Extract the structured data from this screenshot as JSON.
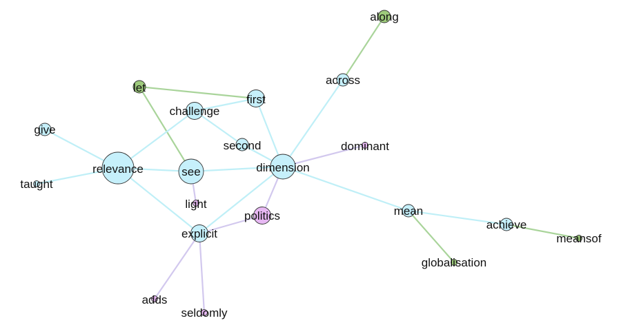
{
  "colors": {
    "cyan_node": "#c6f0fb",
    "green_node": "#9ecb7c",
    "pink_node": "#e7b8f3",
    "cyan_edge": "#bfeff7",
    "green_edge": "#a9d49a",
    "purple_edge": "#d2c8ee",
    "node_stroke": "#333333",
    "text": "#111111"
  },
  "nodes": [
    {
      "id": "along",
      "label": "along",
      "group": "green",
      "size": "small"
    },
    {
      "id": "across",
      "label": "across",
      "group": "cyan",
      "size": "small"
    },
    {
      "id": "let",
      "label": "let",
      "group": "green",
      "size": "small"
    },
    {
      "id": "first",
      "label": "first",
      "group": "cyan",
      "size": "medium"
    },
    {
      "id": "challenge",
      "label": "challenge",
      "group": "cyan",
      "size": "medium"
    },
    {
      "id": "give",
      "label": "give",
      "group": "cyan",
      "size": "small"
    },
    {
      "id": "second",
      "label": "second",
      "group": "cyan",
      "size": "small"
    },
    {
      "id": "dominant",
      "label": "dominant",
      "group": "pink",
      "size": "tiny"
    },
    {
      "id": "relevance",
      "label": "relevance",
      "group": "cyan",
      "size": "large"
    },
    {
      "id": "see",
      "label": "see",
      "group": "cyan",
      "size": "medium-large"
    },
    {
      "id": "dimension",
      "label": "dimension",
      "group": "cyan",
      "size": "medium-large"
    },
    {
      "id": "taught",
      "label": "taught",
      "group": "cyan",
      "size": "tiny"
    },
    {
      "id": "light",
      "label": "light",
      "group": "pink",
      "size": "tiny"
    },
    {
      "id": "politics",
      "label": "politics",
      "group": "pink",
      "size": "medium"
    },
    {
      "id": "mean",
      "label": "mean",
      "group": "cyan",
      "size": "small"
    },
    {
      "id": "achieve",
      "label": "achieve",
      "group": "cyan",
      "size": "small"
    },
    {
      "id": "meansof",
      "label": "meansof",
      "group": "green",
      "size": "tiny"
    },
    {
      "id": "explicit",
      "label": "explicit",
      "group": "cyan",
      "size": "medium"
    },
    {
      "id": "globalisation",
      "label": "globalisation",
      "group": "green",
      "size": "tiny"
    },
    {
      "id": "adds",
      "label": "adds",
      "group": "pink",
      "size": "tiny"
    },
    {
      "id": "seldomly",
      "label": "seldomly",
      "group": "pink",
      "size": "tiny"
    }
  ],
  "edges": [
    {
      "source": "along",
      "target": "across",
      "group": "green"
    },
    {
      "source": "across",
      "target": "dimension",
      "group": "cyan"
    },
    {
      "source": "let",
      "target": "first",
      "group": "green"
    },
    {
      "source": "let",
      "target": "see",
      "group": "green"
    },
    {
      "source": "first",
      "target": "challenge",
      "group": "cyan"
    },
    {
      "source": "first",
      "target": "dimension",
      "group": "cyan"
    },
    {
      "source": "challenge",
      "target": "second",
      "group": "cyan"
    },
    {
      "source": "challenge",
      "target": "relevance",
      "group": "cyan"
    },
    {
      "source": "second",
      "target": "dimension",
      "group": "cyan"
    },
    {
      "source": "give",
      "target": "relevance",
      "group": "cyan"
    },
    {
      "source": "taught",
      "target": "relevance",
      "group": "cyan"
    },
    {
      "source": "relevance",
      "target": "see",
      "group": "cyan"
    },
    {
      "source": "relevance",
      "target": "explicit",
      "group": "cyan"
    },
    {
      "source": "see",
      "target": "dimension",
      "group": "cyan"
    },
    {
      "source": "see",
      "target": "light",
      "group": "purple"
    },
    {
      "source": "dimension",
      "target": "dominant",
      "group": "purple"
    },
    {
      "source": "dimension",
      "target": "politics",
      "group": "purple"
    },
    {
      "source": "dimension",
      "target": "explicit",
      "group": "cyan"
    },
    {
      "source": "dimension",
      "target": "mean",
      "group": "cyan"
    },
    {
      "source": "politics",
      "target": "explicit",
      "group": "purple"
    },
    {
      "source": "explicit",
      "target": "adds",
      "group": "purple"
    },
    {
      "source": "explicit",
      "target": "seldomly",
      "group": "purple"
    },
    {
      "source": "mean",
      "target": "achieve",
      "group": "cyan"
    },
    {
      "source": "mean",
      "target": "globalisation",
      "group": "green"
    },
    {
      "source": "achieve",
      "target": "meansof",
      "group": "green"
    }
  ]
}
